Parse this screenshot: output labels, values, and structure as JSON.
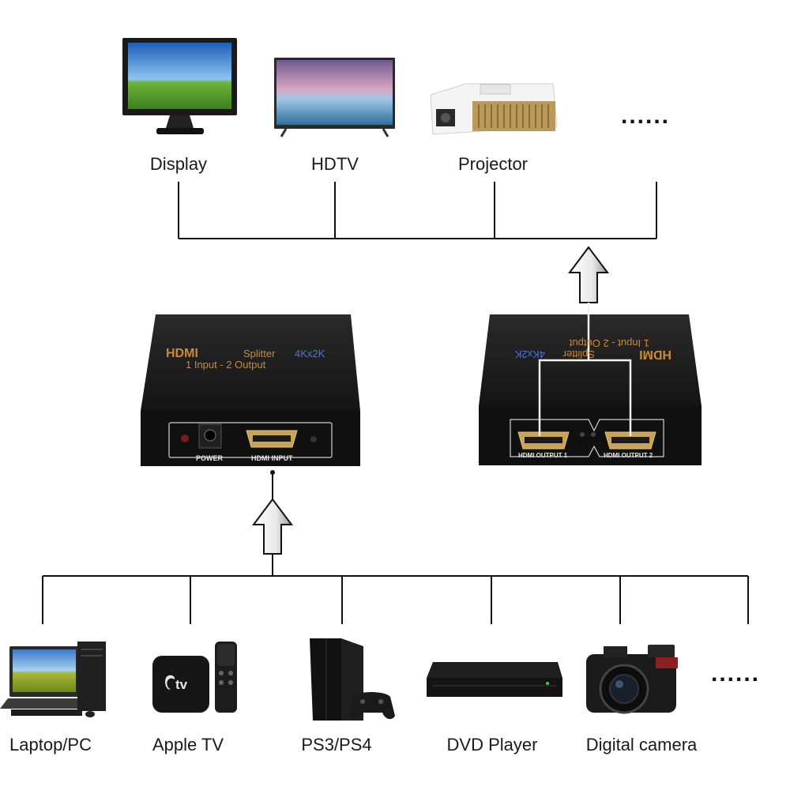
{
  "outputs": {
    "display": "Display",
    "hdtv": "HDTV",
    "projector": "Projector",
    "more": "......"
  },
  "splitter": {
    "brand": "HDMI",
    "model": "Splitter",
    "resolution": "4Kx2K",
    "subtitle": "1 Input - 2 Output",
    "power_label": "POWER",
    "input_label": "HDMI INPUT",
    "output1_label": "HDMI OUTPUT 1",
    "output2_label": "HDMI OUTPUT 2",
    "brand_color": "#c98a3a"
  },
  "sources": {
    "laptop": "Laptop/PC",
    "appletv": "Apple TV",
    "appletv_logo": "tv",
    "ps": "PS3/PS4",
    "dvd": "DVD Player",
    "camera": "Digital camera",
    "more": "......"
  }
}
